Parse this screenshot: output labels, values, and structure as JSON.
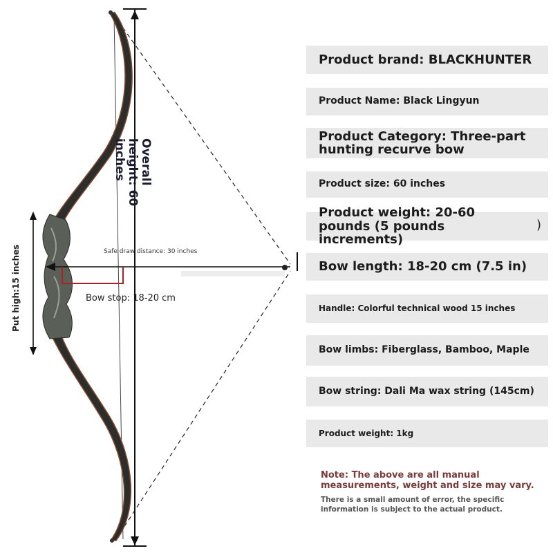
{
  "figure": {
    "overall_height_label": "Overall height: 60 inches",
    "grip_height_label": "Put high:15 inches",
    "draw_distance_label": "Safe draw distance: 30 inches",
    "bow_stop_label": "Bow stop: 18-20 cm",
    "colors": {
      "limb_dark": "#2b2e2b",
      "limb_edge": "#8a4a2e",
      "riser_wood": "#5a5f58",
      "stop_marker": "#b02020",
      "dimension_line": "#111111"
    }
  },
  "specs": [
    {
      "text": "Product brand: BLACKHUNTER"
    },
    {
      "text": "Product Name: Black Lingyun"
    },
    {
      "text": "Product Category: Three-part hunting recurve bow"
    },
    {
      "text": "Product size: 60 inches"
    },
    {
      "text": "Product weight: 20-60 pounds (5 pounds increments)"
    },
    {
      "text": "Bow length: 18-20 cm (7.5 in)"
    },
    {
      "text": "Handle: Colorful technical wood 15 inches"
    },
    {
      "text": "Bow limbs: Fiberglass, Bamboo, Maple"
    },
    {
      "text": "Bow string: Dali Ma wax string (145cm)"
    },
    {
      "text": "Product weight: 1kg"
    }
  ],
  "stray_mark": ")",
  "note": {
    "main": "Note: The above are all manual measurements, weight and size may vary.",
    "sub": "There is a small amount of error, the specific information is subject to the actual product."
  }
}
